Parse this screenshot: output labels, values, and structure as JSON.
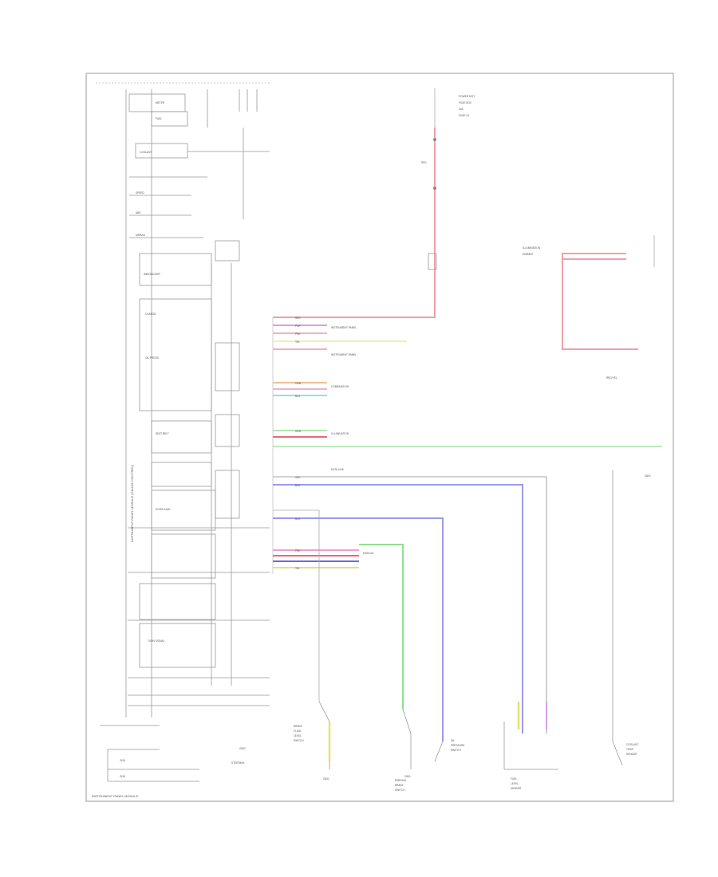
{
  "diagram": {
    "frame_footer": "INSTRUMENT PANEL MODULE",
    "colors": {
      "red_wire": "#f0a0a8",
      "red_wire_dark": "#e86878",
      "green_wire": "#8ee08e",
      "blue_wire": "#9a9af0",
      "purple_wire": "#d8a0e8",
      "orange_wire": "#f0c090",
      "cyan_wire": "#90e0e8",
      "yellow_wire": "#f0f090",
      "gray_wire": "#888888",
      "frame": "#aaaaaa",
      "text": "#666666"
    },
    "top_connector": {
      "label_lines": [
        "POWER DIST.",
        "FUSE BOX",
        "20A",
        "FUSE 24"
      ],
      "wire_label": "RED"
    },
    "right_connector": {
      "label_lines": [
        "ILLUMINATION",
        "DIMMER"
      ],
      "bottom_label": "RED/YEL"
    },
    "left_column_labels": [
      "METER",
      "FUEL",
      "COOLANT",
      "SPEED",
      "ABS",
      "AIRBAG",
      "IMMOBILIZER",
      "CHARGE",
      "OIL PRESS",
      "SEAT BELT",
      "DOOR AJAR",
      "TURN SIGNAL"
    ],
    "bottom_components": [
      {
        "lines": [
          "BRAKE",
          "FLUID",
          "LEVEL",
          "SWITCH"
        ]
      },
      {
        "lines": [
          "PARKING",
          "BRAKE",
          "SWITCH"
        ]
      },
      {
        "lines": [
          "OIL",
          "PRESSURE",
          "SWITCH"
        ]
      },
      {
        "lines": [
          "FUEL",
          "LEVEL",
          "SENDER"
        ]
      },
      {
        "lines": [
          "COOLANT",
          "TEMP",
          "SENSOR"
        ]
      }
    ],
    "bottom_left_labels": [
      "GND",
      "GND"
    ],
    "grounds": [
      "G401",
      "G501",
      "G502",
      "G601"
    ]
  }
}
